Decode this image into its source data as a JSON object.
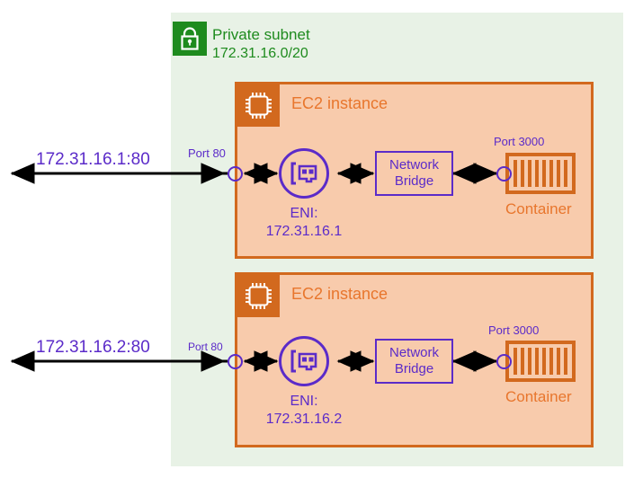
{
  "diagram": {
    "title_region": "private-subnet",
    "colors": {
      "subnet_green_fill": "#E8F2E6",
      "subnet_green_text": "#1E8B1E",
      "ec2_orange_fill": "#F8CBAC",
      "ec2_orange_border": "#D2691E",
      "ec2_title_text": "#E8762D",
      "purple": "#5B2BC9",
      "arrow_black": "#000000"
    }
  },
  "subnet": {
    "icon": "lock-icon",
    "name": "Private subnet",
    "cidr": "172.31.16.0/20"
  },
  "instances": [
    {
      "icon": "cpu-chip-icon",
      "title": "EC2 instance",
      "external_ip": "172.31.16.1:80",
      "port_in_label": "Port 80",
      "eni": {
        "icon": "network-interface-icon",
        "label_line1": "ENI:",
        "label_line2": "172.31.16.1"
      },
      "bridge": {
        "line1": "Network",
        "line2": "Bridge"
      },
      "container": {
        "port_label": "Port 3000",
        "icon": "container-icon",
        "label": "Container",
        "bars": 8
      }
    },
    {
      "icon": "cpu-chip-icon",
      "title": "EC2 instance",
      "external_ip": "172.31.16.2:80",
      "port_in_label": "Port 80",
      "eni": {
        "icon": "network-interface-icon",
        "label_line1": "ENI:",
        "label_line2": "172.31.16.2"
      },
      "bridge": {
        "line1": "Network",
        "line2": "Bridge"
      },
      "container": {
        "port_label": "Port 3000",
        "icon": "container-icon",
        "label": "Container",
        "bars": 8
      }
    }
  ]
}
